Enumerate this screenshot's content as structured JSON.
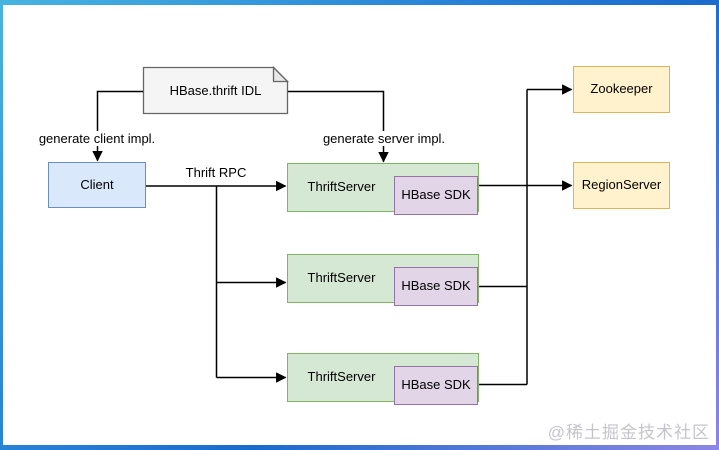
{
  "diagram": {
    "nodes": {
      "idl_doc": {
        "label": "HBase.thrift IDL"
      },
      "client": {
        "label": "Client"
      },
      "thrift_servers": [
        {
          "label": "ThriftServer",
          "sdk_label": "HBase SDK"
        },
        {
          "label": "ThriftServer",
          "sdk_label": "HBase SDK"
        },
        {
          "label": "ThriftServer",
          "sdk_label": "HBase SDK"
        }
      ],
      "zookeeper": {
        "label": "Zookeeper"
      },
      "region_server": {
        "label": "RegionServer"
      }
    },
    "edges": {
      "generate_client_label": "generate client impl.",
      "generate_server_label": "generate server impl.",
      "thrift_rpc_label": "Thrift RPC"
    },
    "watermark": "@稀土掘金技术社区",
    "colors": {
      "document_fill": "#f5f5f5",
      "document_border": "#666666",
      "client_fill": "#dae8fc",
      "client_border": "#6c8ebf",
      "server_fill": "#d5e8d4",
      "server_border": "#82b366",
      "sdk_fill": "#e1d5e7",
      "sdk_border": "#9673a6",
      "store_fill": "#fff2cc",
      "store_border": "#d6b656",
      "connector": "#000000",
      "frame_gradient_start": "#47b4e0",
      "frame_gradient_mid": "#1a6bcd",
      "frame_gradient_end": "#8d86e4"
    }
  }
}
